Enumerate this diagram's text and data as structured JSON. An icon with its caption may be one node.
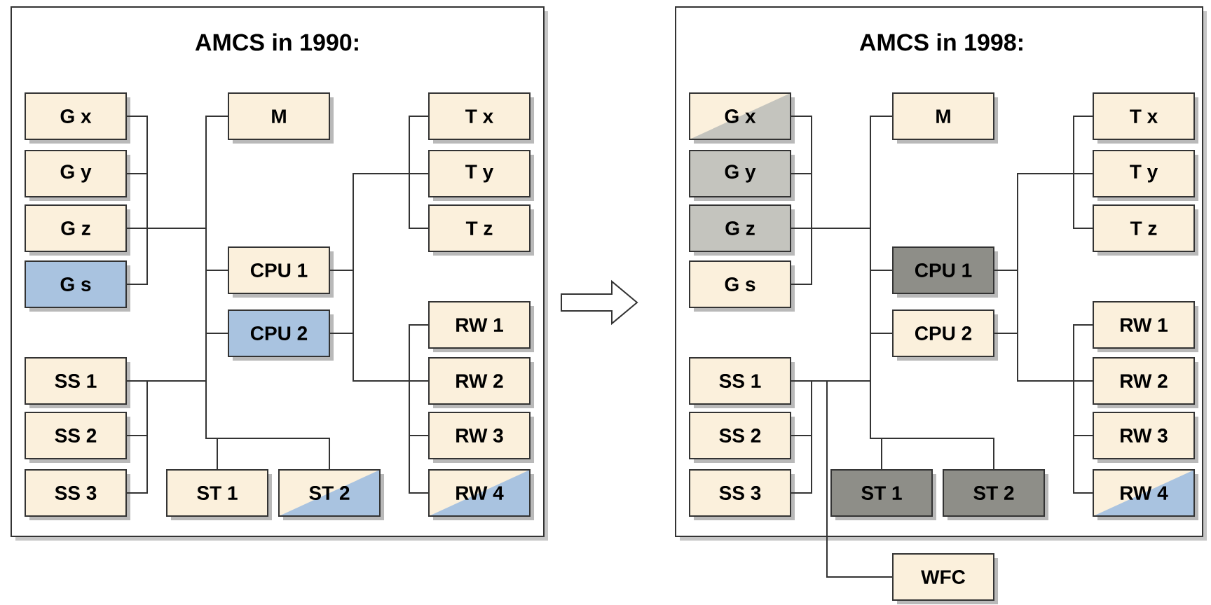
{
  "diagram": {
    "nodes": [
      {
        "text": [
          "AMCS in 1990:"
        ]
      },
      {
        "text": [
          "G x"
        ],
        "in": 0
      },
      {
        "text": [
          "G y"
        ],
        "in": 0
      },
      {
        "text": [
          "G z"
        ],
        "in": 0
      },
      {
        "text": [
          "G s"
        ],
        "in": 0
      },
      {
        "text": [
          "M"
        ],
        "in": 0
      },
      {
        "text": [
          "CPU 1"
        ],
        "in": 0
      },
      {
        "text": [
          "CPU 2"
        ],
        "in": 0
      },
      {
        "text": [
          "T x"
        ],
        "in": 0
      },
      {
        "text": [
          "T y"
        ],
        "in": 0
      },
      {
        "text": [
          "T z"
        ],
        "in": 0
      },
      {
        "text": [
          "RW 1"
        ],
        "in": 0
      },
      {
        "text": [
          "RW 2"
        ],
        "in": 0
      },
      {
        "text": [
          "RW 3"
        ],
        "in": 0
      },
      {
        "text": [
          "RW 4"
        ],
        "in": 0
      },
      {
        "text": [
          "SS 1"
        ],
        "in": 0
      },
      {
        "text": [
          "SS 2"
        ],
        "in": 0
      },
      {
        "text": [
          "SS 3"
        ],
        "in": 0
      },
      {
        "text": [
          "ST 1"
        ],
        "in": 0
      },
      {
        "text": [
          "ST 2"
        ],
        "in": 0
      },
      {
        "text": [
          "AMCS in 1998:"
        ]
      },
      {
        "text": [
          "G x"
        ],
        "in": 20
      },
      {
        "text": [
          "G y"
        ],
        "in": 20
      },
      {
        "text": [
          "G z"
        ],
        "in": 20
      },
      {
        "text": [
          "G s"
        ],
        "in": 20
      },
      {
        "text": [
          "M"
        ],
        "in": 20
      },
      {
        "text": [
          "CPU 1"
        ],
        "in": 20
      },
      {
        "text": [
          "CPU 2"
        ],
        "in": 20
      },
      {
        "text": [
          "T x"
        ],
        "in": 20
      },
      {
        "text": [
          "T y"
        ],
        "in": 20
      },
      {
        "text": [
          "T z"
        ],
        "in": 20
      },
      {
        "text": [
          "RW 1"
        ],
        "in": 20
      },
      {
        "text": [
          "RW 2"
        ],
        "in": 20
      },
      {
        "text": [
          "RW 3"
        ],
        "in": 20
      },
      {
        "text": [
          "RW 4"
        ],
        "in": 20
      },
      {
        "text": [
          "SS 1"
        ],
        "in": 20
      },
      {
        "text": [
          "SS 2"
        ],
        "in": 20
      },
      {
        "text": [
          "SS 3"
        ],
        "in": 20
      },
      {
        "text": [
          "ST 1"
        ],
        "in": 20
      },
      {
        "text": [
          "ST 2"
        ],
        "in": 20
      },
      {
        "text": [
          "WFC"
        ]
      }
    ],
    "edges": [
      {
        "from": 0,
        "to": 20,
        "arrow": "to"
      },
      {
        "from": 1,
        "to": 6,
        "arrow": "none"
      },
      {
        "from": 1,
        "to": 7,
        "arrow": "none"
      },
      {
        "from": 2,
        "to": 6,
        "arrow": "none"
      },
      {
        "from": 2,
        "to": 7,
        "arrow": "none"
      },
      {
        "from": 3,
        "to": 6,
        "arrow": "none"
      },
      {
        "from": 3,
        "to": 7,
        "arrow": "none"
      },
      {
        "from": 4,
        "to": 6,
        "arrow": "none"
      },
      {
        "from": 4,
        "to": 7,
        "arrow": "none"
      },
      {
        "from": 5,
        "to": 6,
        "arrow": "none"
      },
      {
        "from": 5,
        "to": 7,
        "arrow": "none"
      },
      {
        "from": 15,
        "to": 6,
        "arrow": "none"
      },
      {
        "from": 15,
        "to": 7,
        "arrow": "none"
      },
      {
        "from": 16,
        "to": 6,
        "arrow": "none"
      },
      {
        "from": 16,
        "to": 7,
        "arrow": "none"
      },
      {
        "from": 17,
        "to": 6,
        "arrow": "none"
      },
      {
        "from": 17,
        "to": 7,
        "arrow": "none"
      },
      {
        "from": 18,
        "to": 6,
        "arrow": "none"
      },
      {
        "from": 18,
        "to": 7,
        "arrow": "none"
      },
      {
        "from": 19,
        "to": 6,
        "arrow": "none"
      },
      {
        "from": 19,
        "to": 7,
        "arrow": "none"
      },
      {
        "from": 6,
        "to": 8,
        "arrow": "none"
      },
      {
        "from": 6,
        "to": 9,
        "arrow": "none"
      },
      {
        "from": 6,
        "to": 10,
        "arrow": "none"
      },
      {
        "from": 6,
        "to": 11,
        "arrow": "none"
      },
      {
        "from": 6,
        "to": 12,
        "arrow": "none"
      },
      {
        "from": 6,
        "to": 13,
        "arrow": "none"
      },
      {
        "from": 6,
        "to": 14,
        "arrow": "none"
      },
      {
        "from": 7,
        "to": 8,
        "arrow": "none"
      },
      {
        "from": 7,
        "to": 9,
        "arrow": "none"
      },
      {
        "from": 7,
        "to": 10,
        "arrow": "none"
      },
      {
        "from": 7,
        "to": 11,
        "arrow": "none"
      },
      {
        "from": 7,
        "to": 12,
        "arrow": "none"
      },
      {
        "from": 7,
        "to": 13,
        "arrow": "none"
      },
      {
        "from": 7,
        "to": 14,
        "arrow": "none"
      },
      {
        "from": 21,
        "to": 26,
        "arrow": "none"
      },
      {
        "from": 21,
        "to": 27,
        "arrow": "none"
      },
      {
        "from": 22,
        "to": 26,
        "arrow": "none"
      },
      {
        "from": 22,
        "to": 27,
        "arrow": "none"
      },
      {
        "from": 23,
        "to": 26,
        "arrow": "none"
      },
      {
        "from": 23,
        "to": 27,
        "arrow": "none"
      },
      {
        "from": 24,
        "to": 26,
        "arrow": "none"
      },
      {
        "from": 24,
        "to": 27,
        "arrow": "none"
      },
      {
        "from": 25,
        "to": 26,
        "arrow": "none"
      },
      {
        "from": 25,
        "to": 27,
        "arrow": "none"
      },
      {
        "from": 35,
        "to": 26,
        "arrow": "none"
      },
      {
        "from": 35,
        "to": 27,
        "arrow": "none"
      },
      {
        "from": 36,
        "to": 26,
        "arrow": "none"
      },
      {
        "from": 36,
        "to": 27,
        "arrow": "none"
      },
      {
        "from": 37,
        "to": 26,
        "arrow": "none"
      },
      {
        "from": 37,
        "to": 27,
        "arrow": "none"
      },
      {
        "from": 38,
        "to": 26,
        "arrow": "none"
      },
      {
        "from": 38,
        "to": 27,
        "arrow": "none"
      },
      {
        "from": 39,
        "to": 26,
        "arrow": "none"
      },
      {
        "from": 39,
        "to": 27,
        "arrow": "none"
      },
      {
        "from": 40,
        "to": 26,
        "arrow": "none"
      },
      {
        "from": 40,
        "to": 27,
        "arrow": "none"
      },
      {
        "from": 26,
        "to": 28,
        "arrow": "none"
      },
      {
        "from": 26,
        "to": 29,
        "arrow": "none"
      },
      {
        "from": 26,
        "to": 30,
        "arrow": "none"
      },
      {
        "from": 26,
        "to": 31,
        "arrow": "none"
      },
      {
        "from": 26,
        "to": 32,
        "arrow": "none"
      },
      {
        "from": 26,
        "to": 33,
        "arrow": "none"
      },
      {
        "from": 26,
        "to": 34,
        "arrow": "none"
      },
      {
        "from": 27,
        "to": 28,
        "arrow": "none"
      },
      {
        "from": 27,
        "to": 29,
        "arrow": "none"
      },
      {
        "from": 27,
        "to": 30,
        "arrow": "none"
      },
      {
        "from": 27,
        "to": 31,
        "arrow": "none"
      },
      {
        "from": 27,
        "to": 32,
        "arrow": "none"
      },
      {
        "from": 27,
        "to": 33,
        "arrow": "none"
      },
      {
        "from": 27,
        "to": 34,
        "arrow": "none"
      }
    ]
  }
}
